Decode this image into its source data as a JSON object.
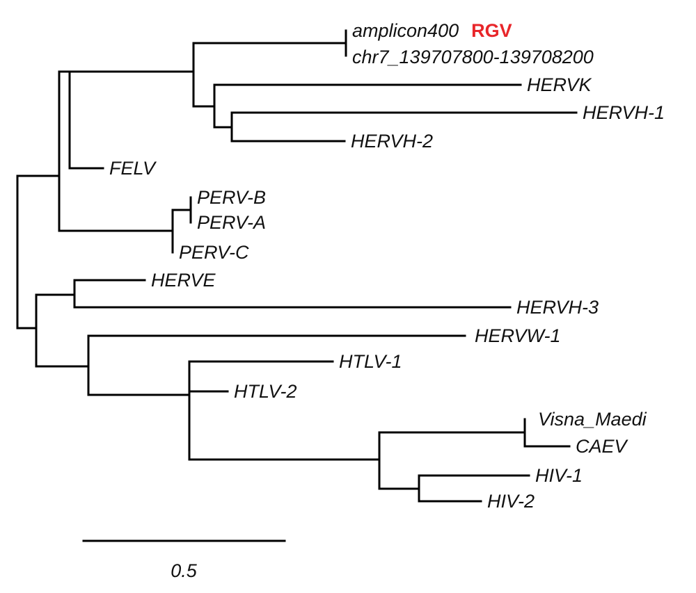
{
  "tree": {
    "taxa": [
      {
        "id": "amplicon400",
        "label": "amplicon400",
        "highlight": "RGV"
      },
      {
        "id": "chr7",
        "label": "chr7_139707800-139708200"
      },
      {
        "id": "hervk",
        "label": "HERVK"
      },
      {
        "id": "hervh1",
        "label": "HERVH-1"
      },
      {
        "id": "hervh2",
        "label": "HERVH-2"
      },
      {
        "id": "felv",
        "label": "FELV"
      },
      {
        "id": "pervb",
        "label": "PERV-B"
      },
      {
        "id": "perva",
        "label": "PERV-A"
      },
      {
        "id": "pervc",
        "label": "PERV-C"
      },
      {
        "id": "herve",
        "label": "HERVE"
      },
      {
        "id": "hervh3",
        "label": "HERVH-3"
      },
      {
        "id": "hervw1",
        "label": "HERVW-1"
      },
      {
        "id": "htlv1",
        "label": "HTLV-1"
      },
      {
        "id": "htlv2",
        "label": "HTLV-2"
      },
      {
        "id": "visna",
        "label": "Visna_Maedi"
      },
      {
        "id": "caev",
        "label": "CAEV"
      },
      {
        "id": "hiv1",
        "label": "HIV-1"
      },
      {
        "id": "hiv2",
        "label": "HIV-2"
      }
    ],
    "scale_bar": {
      "label": "0.5",
      "value": 0.5
    },
    "colors": {
      "branch": "#000000",
      "highlight": "#e8262a",
      "text": "#111111"
    }
  }
}
